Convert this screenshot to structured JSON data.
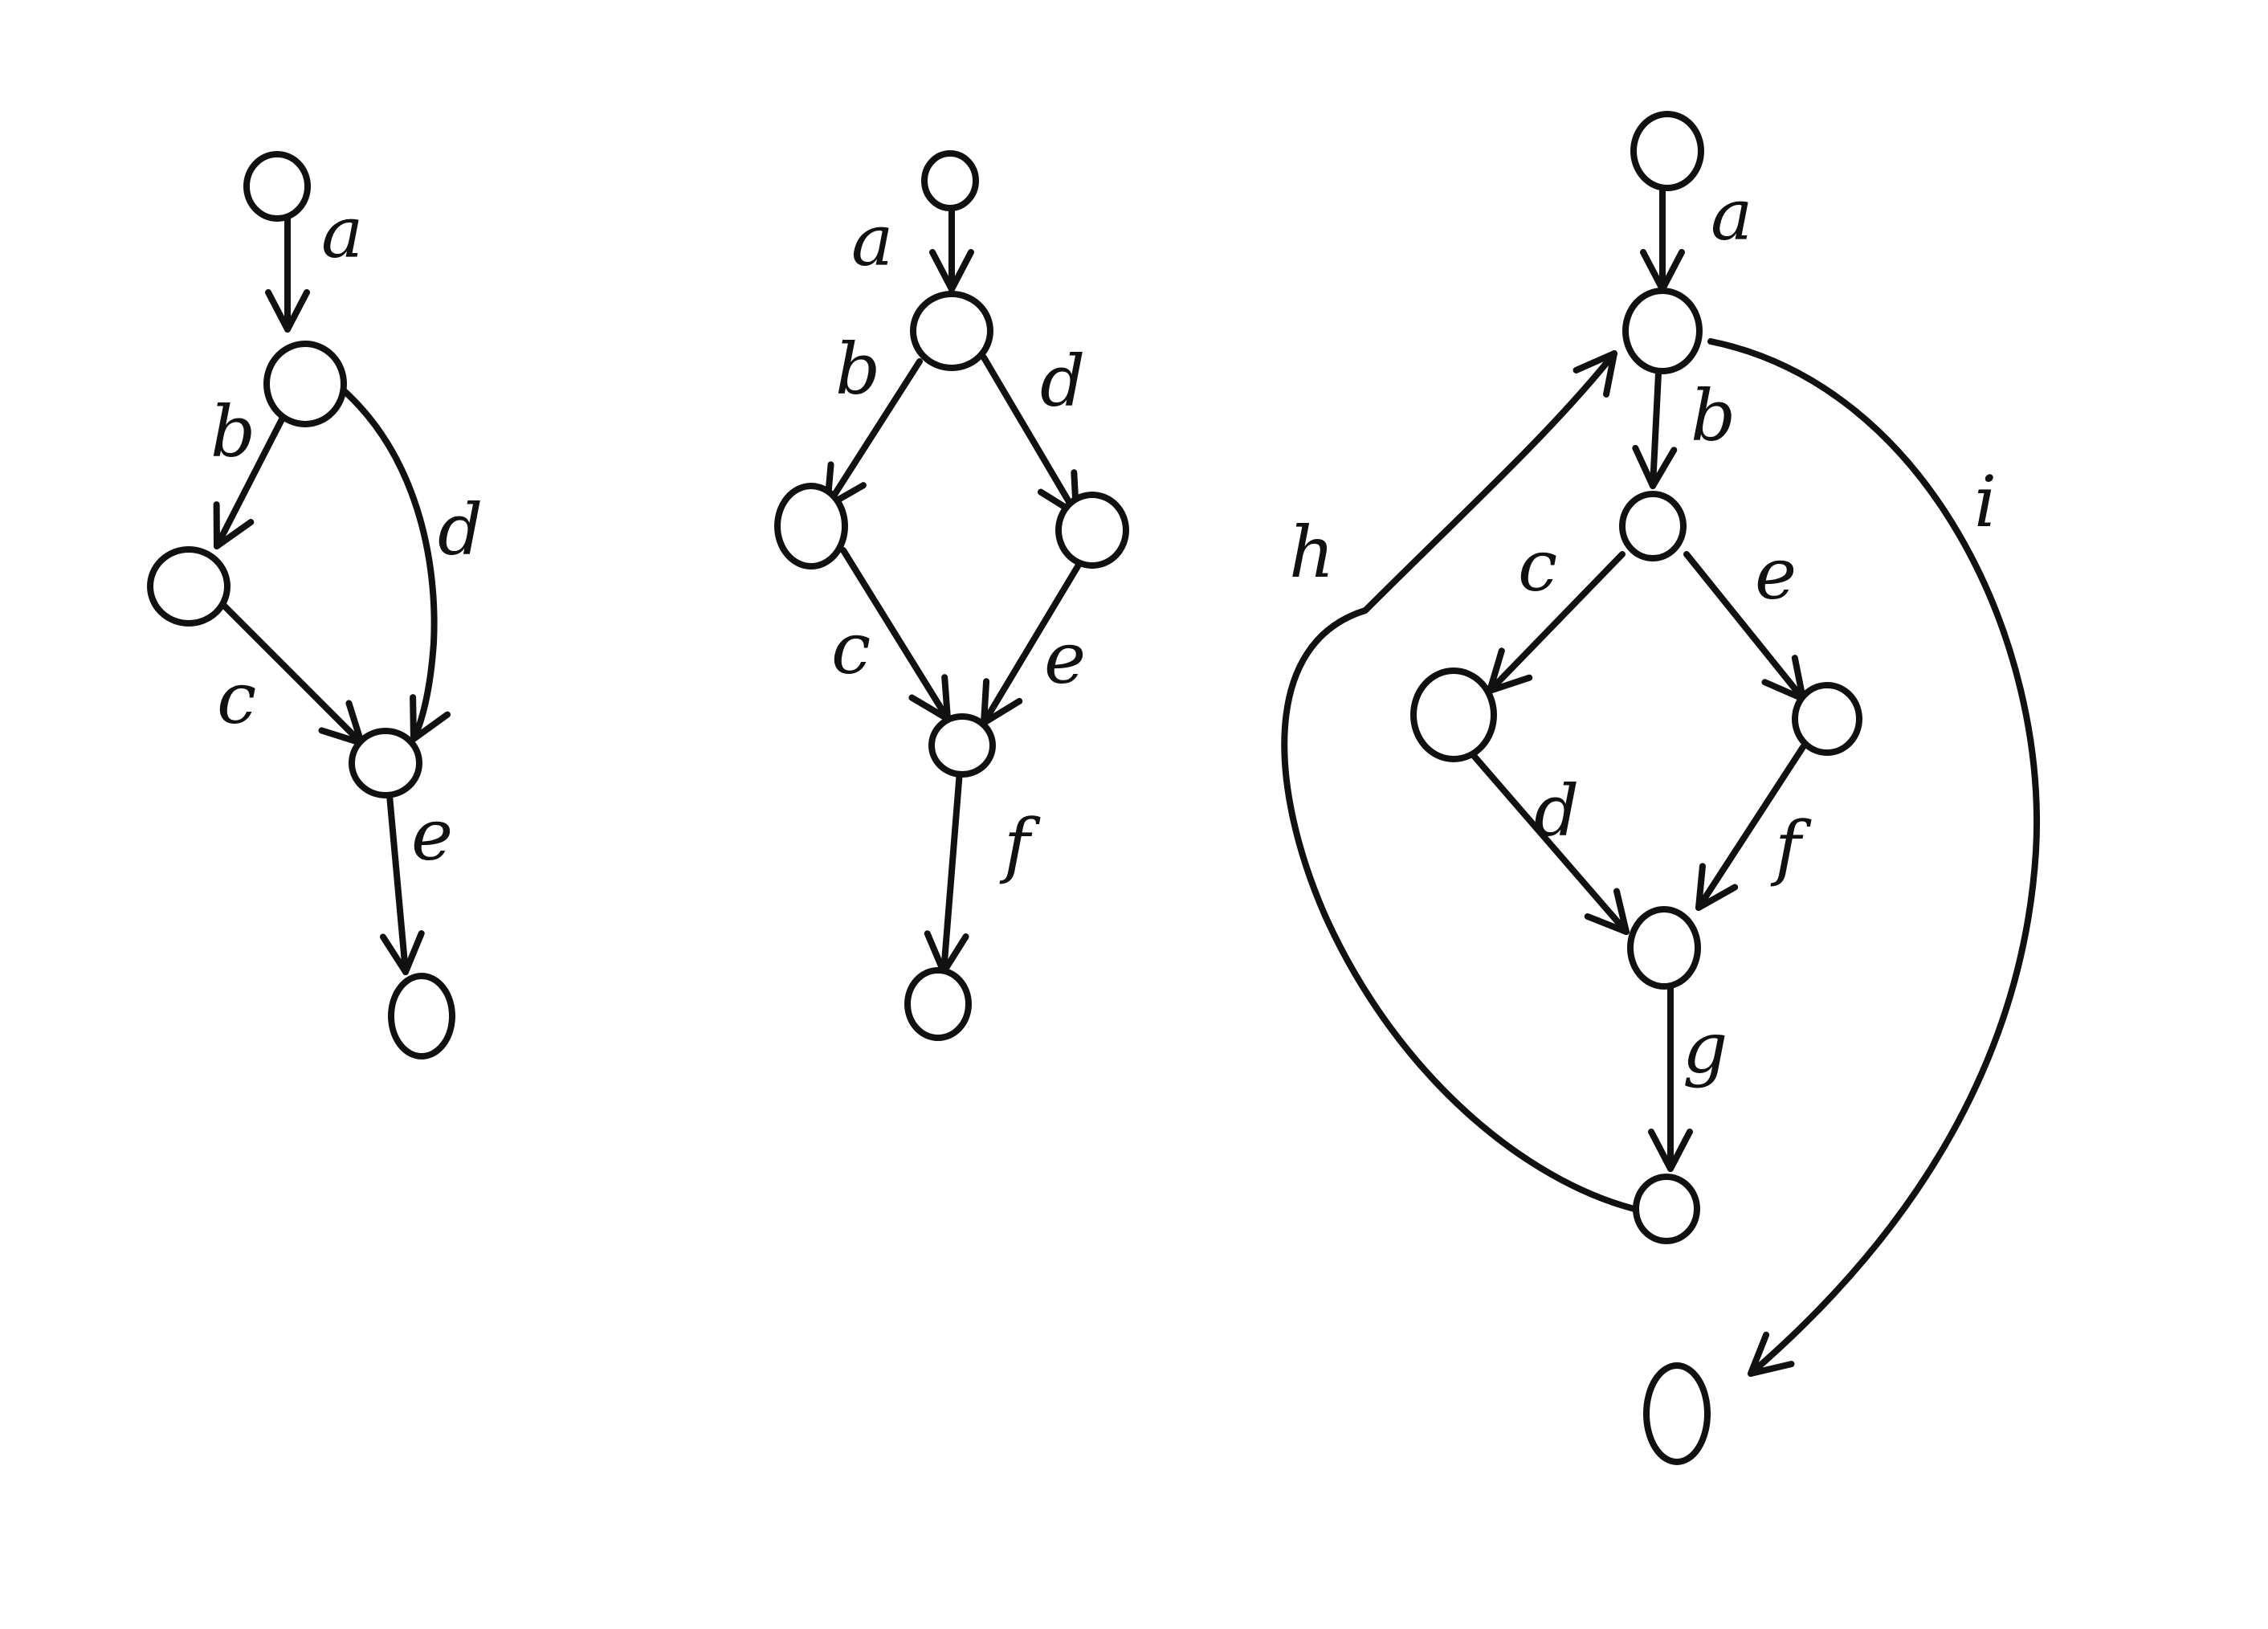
{
  "colors": {
    "ink": "#111111",
    "paper": "#ffffff"
  },
  "graphs": [
    {
      "edges": [
        {
          "label": "a"
        },
        {
          "label": "b"
        },
        {
          "label": "d"
        },
        {
          "label": "c"
        },
        {
          "label": "e"
        }
      ]
    },
    {
      "edges": [
        {
          "label": "a"
        },
        {
          "label": "b"
        },
        {
          "label": "d"
        },
        {
          "label": "c"
        },
        {
          "label": "e"
        },
        {
          "label": "f"
        }
      ]
    },
    {
      "edges": [
        {
          "label": "a"
        },
        {
          "label": "b"
        },
        {
          "label": "c"
        },
        {
          "label": "e"
        },
        {
          "label": "d"
        },
        {
          "label": "f"
        },
        {
          "label": "g"
        },
        {
          "label": "h"
        },
        {
          "label": "i"
        }
      ]
    }
  ]
}
